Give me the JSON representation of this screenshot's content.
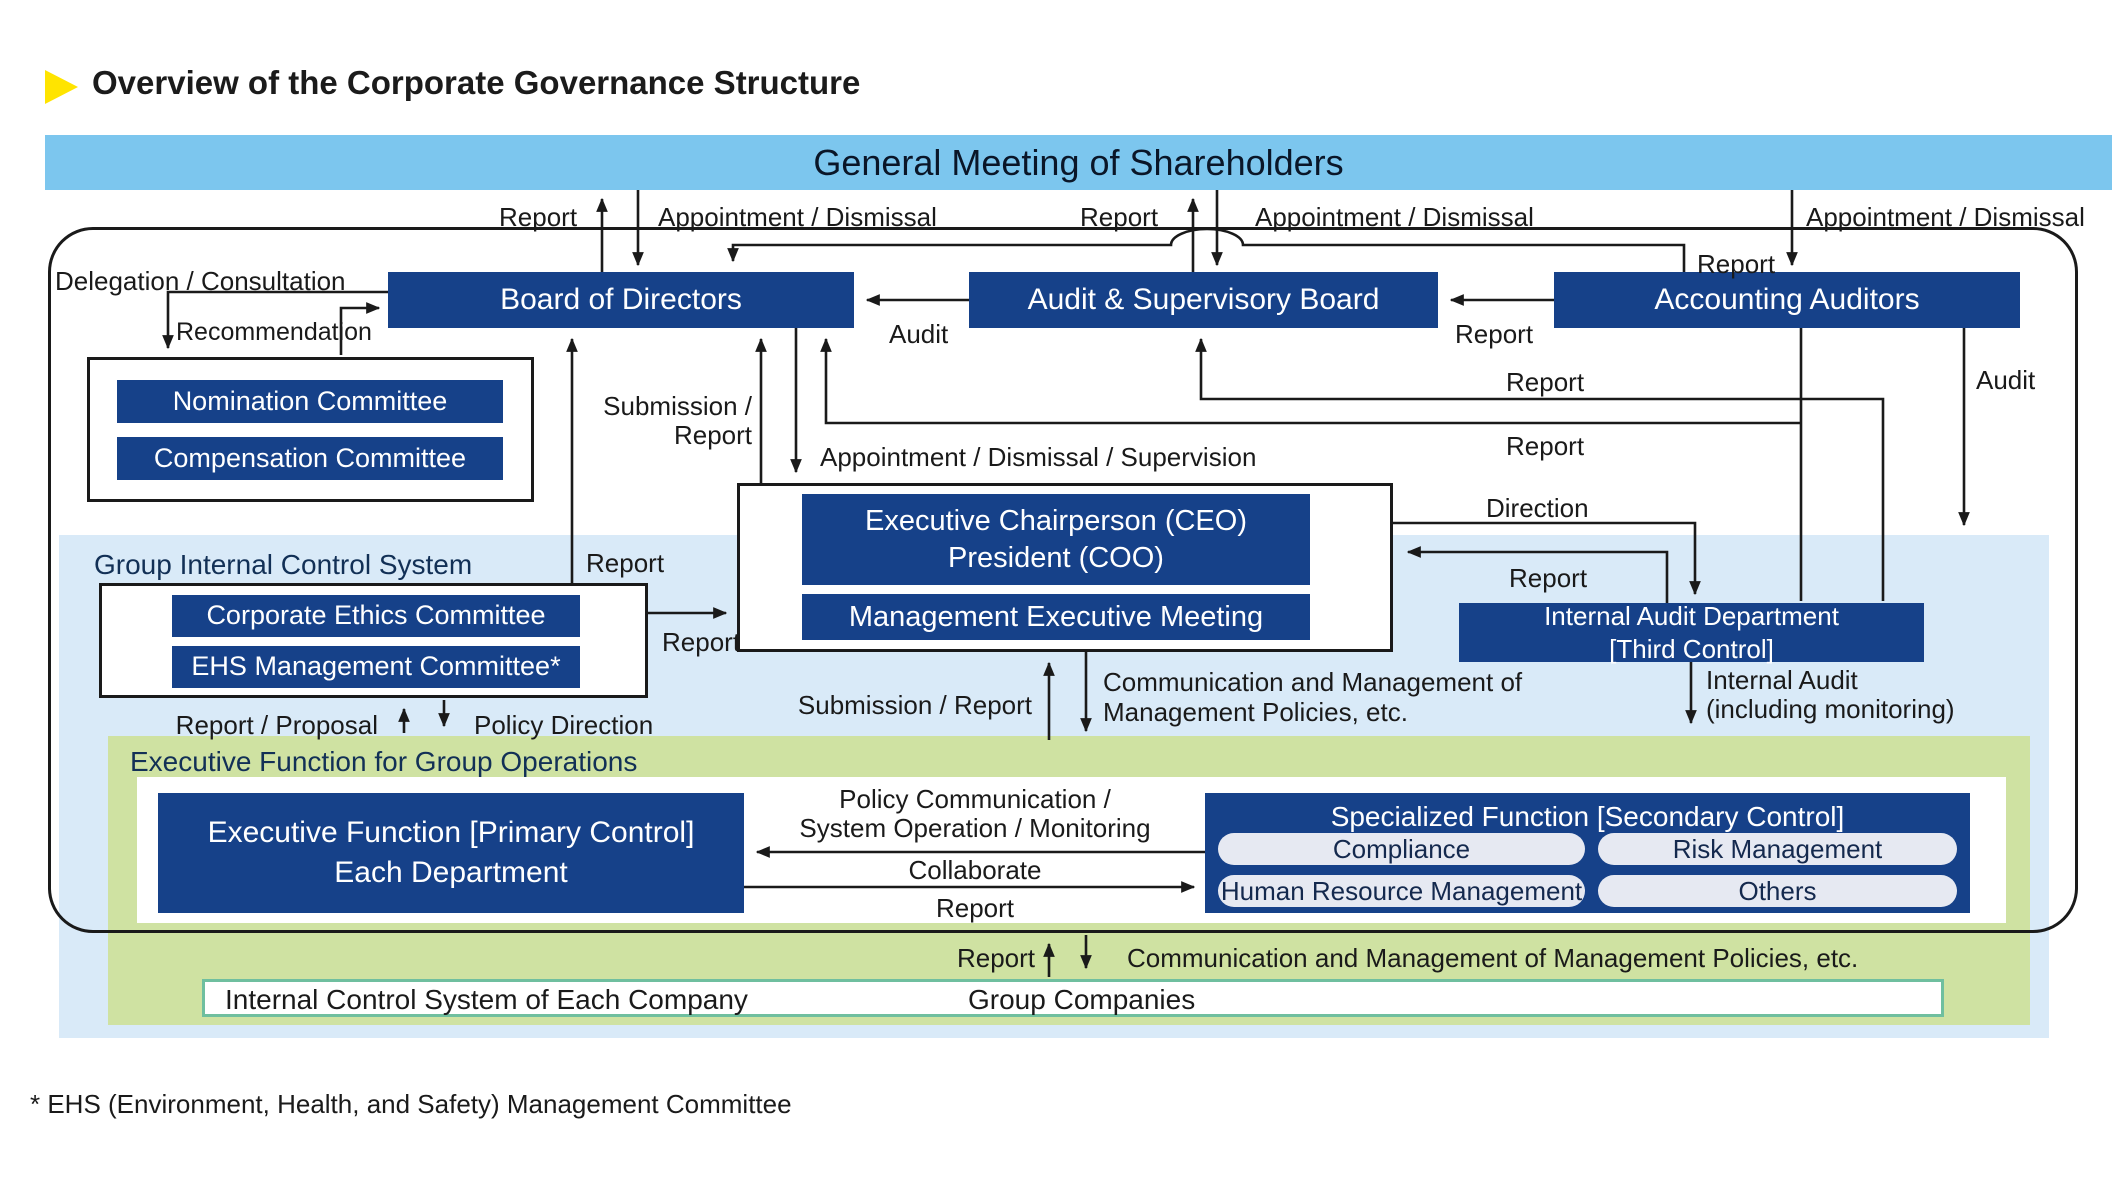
{
  "title": "Overview of the Corporate Governance Structure",
  "banner": "General Meeting of Shareholders",
  "footnote": "* EHS (Environment, Health, and Safety) Management Committee",
  "colors": {
    "navy_box": "#164189",
    "banner_blue": "#7cc6ee",
    "pale_blue_panel": "#d9eaf8",
    "green_panel": "#cfe2a2",
    "pill_bg": "#e6e9f2",
    "green_border": "#6fbf9f",
    "accent_yellow": "#ffe400",
    "line": "#1a1a1a"
  },
  "top": {
    "report_board": "Report",
    "appdis_board": "Appointment / Dismissal",
    "report_asb": "Report",
    "appdis_asb": "Appointment / Dismissal",
    "appdis_aa": "Appointment / Dismissal"
  },
  "boxes": {
    "board": "Board of Directors",
    "audit_supervisory_board": "Audit & Supervisory Board",
    "accounting_auditors": "Accounting Auditors",
    "nomination": "Nomination Committee",
    "compensation": "Compensation Committee",
    "ceo_line1": "Executive Chairperson (CEO)",
    "ceo_line2": "President (COO)",
    "management_executive_meeting": "Management Executive Meeting",
    "iad_line1": "Internal Audit Department",
    "iad_line2": "[Third Control]",
    "corporate_ethics": "Corporate Ethics Committee",
    "ehs": "EHS Management Committee*",
    "primary_line1": "Executive Function [Primary Control]",
    "primary_line2": "Each Department",
    "specialized_title": "Specialized Function [Secondary Control]",
    "pills": [
      {
        "label": "Compliance"
      },
      {
        "label": "Risk Management"
      },
      {
        "label": "Human Resource Management"
      },
      {
        "label": "Others"
      }
    ]
  },
  "flows": {
    "delegation": "Delegation / Consultation",
    "recommendation": "Recommendation",
    "report_aa_to_board": "Report",
    "audit_asb_board": "Audit",
    "report_aa_to_asb": "Report",
    "report_iad_to_asb": "Report",
    "report_to_board_low": "Report",
    "audit_aa_down": "Audit",
    "submission_line1": "Submission /",
    "submission_line2": "Report",
    "appdis_supervision": "Appointment / Dismissal / Supervision",
    "direction": "Direction",
    "report_iad_to_ceo": "Report",
    "internal_audit_line1": "Internal Audit",
    "internal_audit_line2": "(including monitoring)",
    "report_ethics_to_board": "Report",
    "report_ethics_to_ceo": "Report",
    "report_proposal": "Report / Proposal",
    "policy_direction": "Policy Direction",
    "submission_report_ceo": "Submission / Report",
    "comm_mgmt_line1": "Communication and Management of",
    "comm_mgmt_line2": "Management Policies, etc.",
    "policy_comm_line1": "Policy Communication /",
    "policy_comm_line2": "System Operation / Monitoring",
    "collaborate": "Collaborate",
    "report_primary_to_specialized": "Report",
    "report_group": "Report",
    "comm_mgmt_bottom": "Communication and Management of Management Policies, etc."
  },
  "sections": {
    "gics": "Group Internal Control System",
    "efgo": "Executive Function for Group Operations"
  },
  "bottom": {
    "ics_each_company": "Internal Control System of Each Company",
    "group_companies": "Group Companies"
  }
}
